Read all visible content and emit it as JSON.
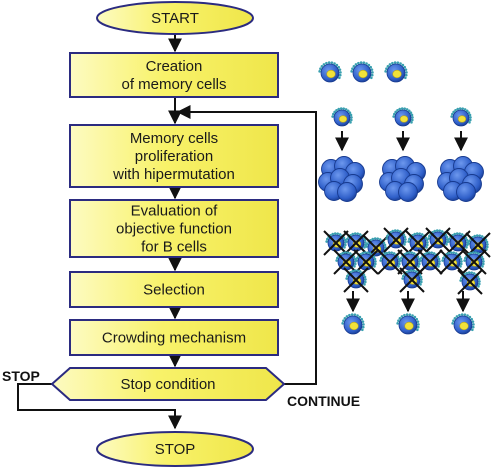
{
  "colors": {
    "box_fill": "#f8f26a",
    "box_fill_light": "#fdfbc2",
    "box_stroke": "#2b2b80",
    "line": "#111111",
    "cell_body": "#2f5fc9",
    "cell_dark": "#173a8f",
    "cell_nucleus": "#f2e23a",
    "cell_spikes": "#3aa0b0",
    "cross": "#111111"
  },
  "flowchart": {
    "start_label": "START",
    "steps": [
      {
        "lines": [
          "Creation",
          "of memory cells"
        ]
      },
      {
        "lines": [
          "Memory cells",
          "proliferation",
          "with hipermutation"
        ]
      },
      {
        "lines": [
          "Evaluation of",
          "objective function",
          "for B cells"
        ]
      },
      {
        "lines": [
          "Selection"
        ]
      },
      {
        "lines": [
          "Crowding mechanism"
        ]
      }
    ],
    "decision_label": "Stop condition",
    "stop_flag": "STOP",
    "continue_flag": "CONTINUE",
    "end_label": "STOP"
  },
  "illustration": {
    "icons": [
      "memory-cell-icon",
      "proliferating-cell-cluster-icon",
      "eliminated-cell-icon"
    ]
  }
}
